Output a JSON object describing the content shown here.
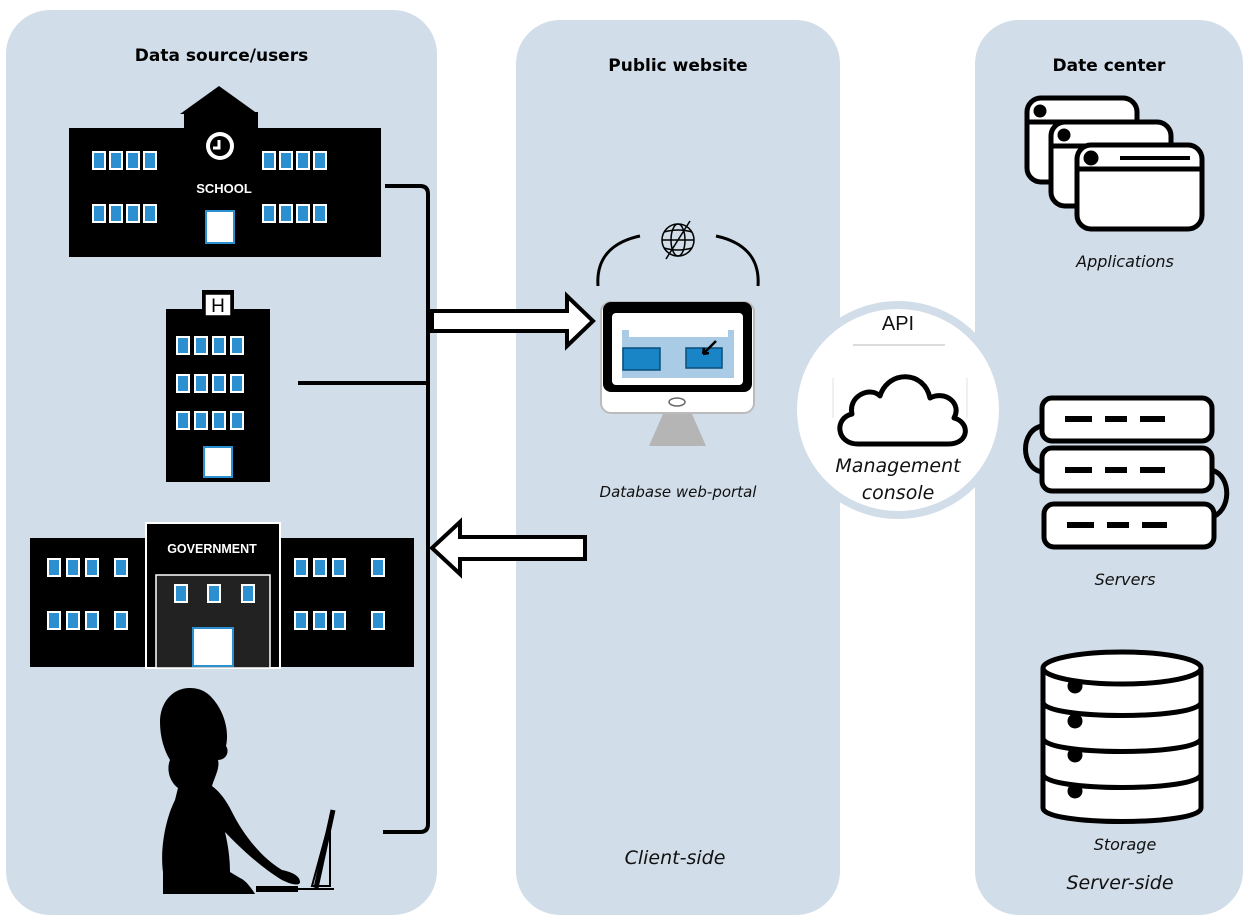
{
  "panels": {
    "left": {
      "title": "Data source/users"
    },
    "middle": {
      "title": "Public website",
      "footer": "Client-side"
    },
    "right": {
      "title": "Date center",
      "footer": "Server-side"
    }
  },
  "buildings": {
    "school": "SCHOOL",
    "hospital": "H",
    "government": "GOVERNMENT"
  },
  "portal": {
    "label": "Database web-portal"
  },
  "api": {
    "title": "API",
    "line1": "Management",
    "line2": "console"
  },
  "datacenter": {
    "applications": "Applications",
    "servers": "Servers",
    "storage": "Storage"
  },
  "colors": {
    "panel_bg": "#d1dde8",
    "window_blue": "#1a85c6",
    "building": "#000000"
  },
  "icons": [
    "school-building-icon",
    "hospital-building-icon",
    "government-building-icon",
    "user-laptop-icon",
    "globe-icon",
    "monitor-icon",
    "cloud-icon",
    "applications-icon",
    "servers-icon",
    "storage-icon"
  ]
}
